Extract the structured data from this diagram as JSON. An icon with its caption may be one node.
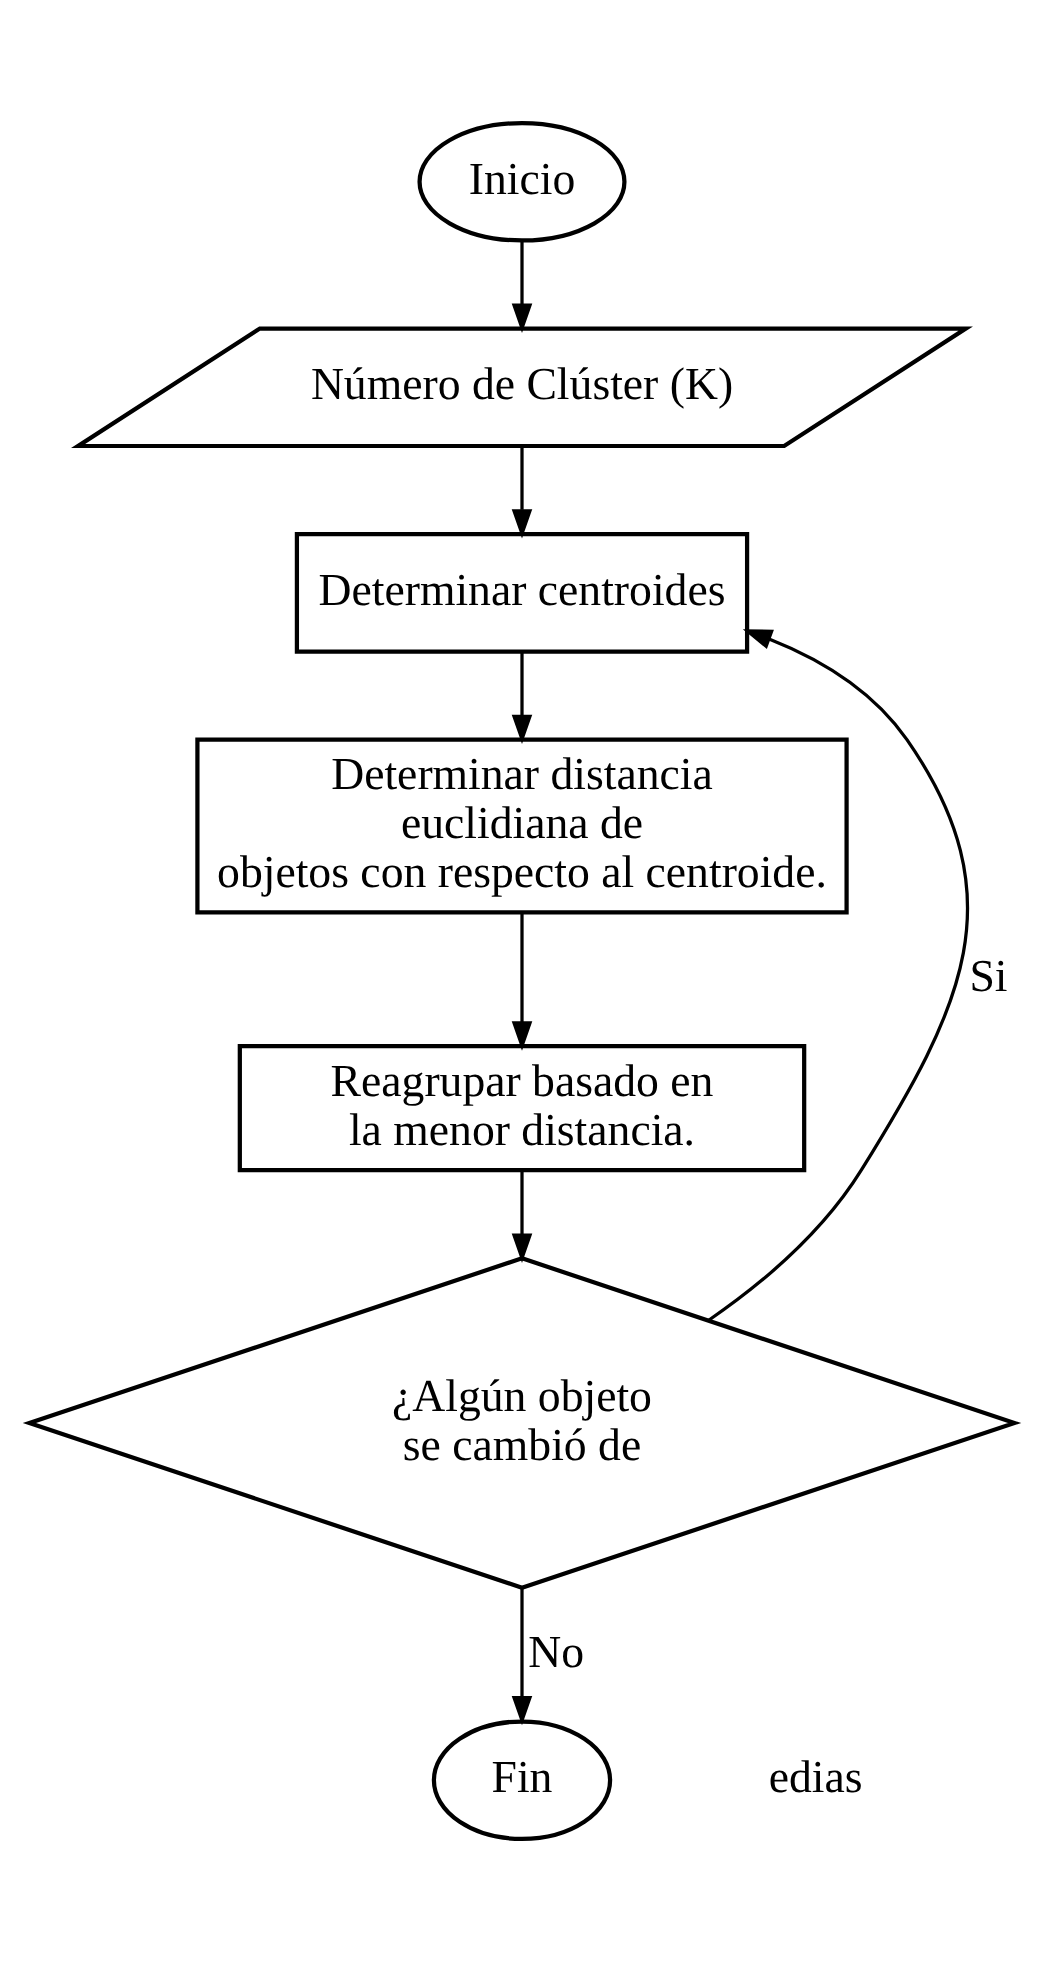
{
  "diagram": {
    "nodes": [
      {
        "text": [
          "Inicio"
        ]
      },
      {
        "text": [
          "Número de Clúster (K)"
        ]
      },
      {
        "text": [
          "Determinar centroides"
        ]
      },
      {
        "text": [
          "Determinar distancia euclidiana de objetos con respecto al centroide."
        ]
      },
      {
        "text": [
          "Reagrupar basado en la menor distancia."
        ]
      },
      {
        "text": [
          "¿Algún objeto se cambió de"
        ]
      },
      {
        "text": [
          "Fin"
        ]
      }
    ],
    "edges": [
      {
        "from": 0,
        "to": 1,
        "arrow": "to"
      },
      {
        "from": 1,
        "to": 2,
        "arrow": "to"
      },
      {
        "from": 2,
        "to": 3,
        "arrow": "to"
      },
      {
        "from": 3,
        "to": 4,
        "arrow": "to"
      },
      {
        "from": 4,
        "to": 5,
        "arrow": "to"
      },
      {
        "from": 5,
        "to": 2,
        "arrow": "to",
        "label": "Si"
      },
      {
        "from": 5,
        "to": 6,
        "arrow": "to",
        "label": "No"
      }
    ],
    "labels": [
      "edias"
    ]
  }
}
